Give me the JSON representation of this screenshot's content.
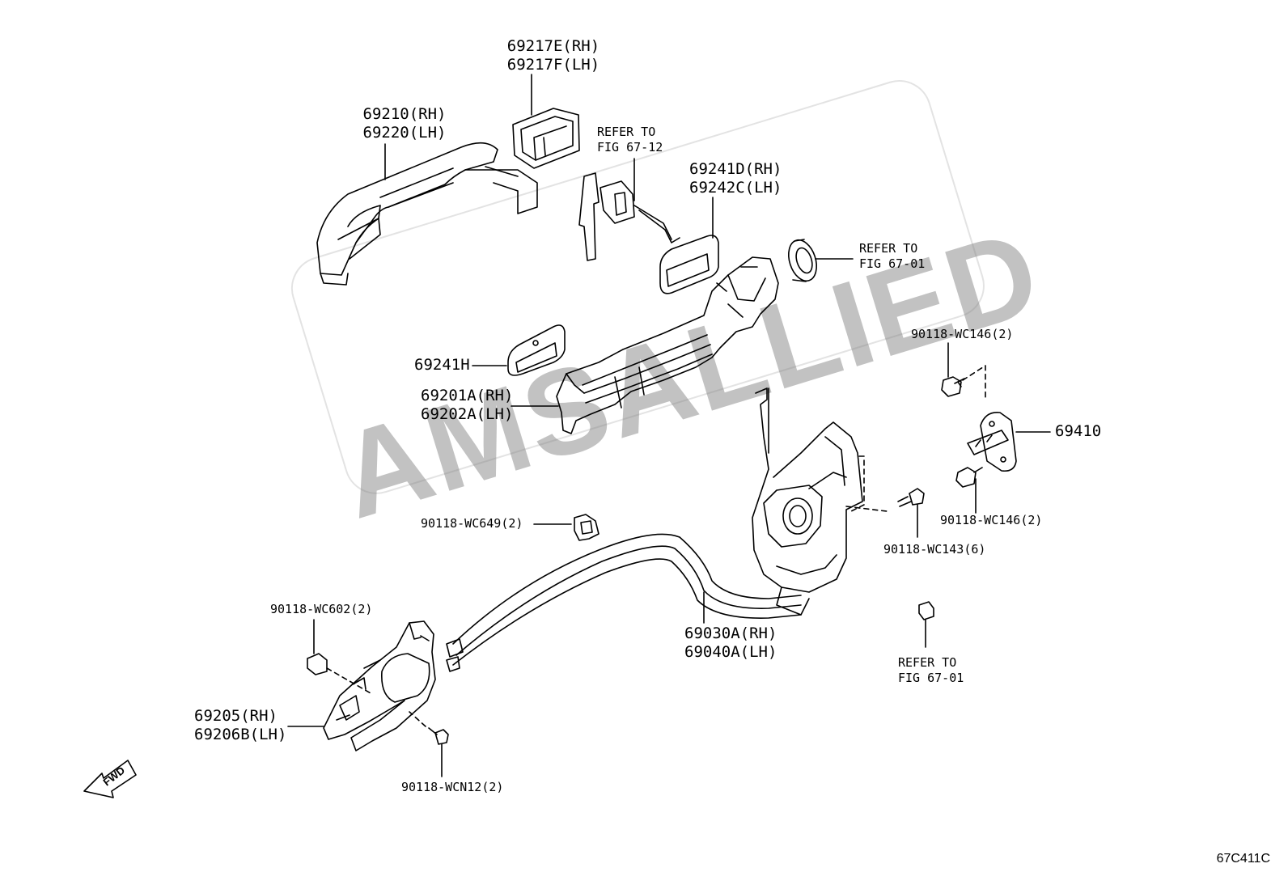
{
  "labels": {
    "handle_cover": [
      "69217E(RH)",
      "69217F(LH)"
    ],
    "outer_handle": [
      "69210(RH)",
      "69220(LH)"
    ],
    "refer_67_12": [
      "REFER TO",
      "FIG 67-12"
    ],
    "gasket_frame": [
      "69241D(RH)",
      "69242C(LH)"
    ],
    "refer_67_01_top": [
      "REFER TO",
      "FIG 67-01"
    ],
    "gasket_small": [
      "69241H"
    ],
    "handle_frame": [
      "69201A(RH)",
      "69202A(LH)"
    ],
    "screw_wc146_top": [
      "90118-WC146(2)"
    ],
    "striker": [
      "69410"
    ],
    "screw_wc146_bottom": [
      "90118-WC146(2)"
    ],
    "clip_wc649": [
      "90118-WC649(2)"
    ],
    "screw_wc143": [
      "90118-WC143(6)"
    ],
    "lock_assy": [
      "69030A(RH)",
      "69040A(LH)"
    ],
    "clip_wc602": [
      "90118-WC602(2)"
    ],
    "refer_67_01_bottom": [
      "REFER TO",
      "FIG 67-01"
    ],
    "inside_handle": [
      "69205(RH)",
      "69206B(LH)"
    ],
    "screw_wcn12": [
      "90118-WCN12(2)"
    ],
    "fwd": "FWD"
  },
  "watermark": "AMSALLIED",
  "figure_code": "67C411C",
  "colors": {
    "line": "#000000",
    "watermark": "#8a8a8a"
  }
}
